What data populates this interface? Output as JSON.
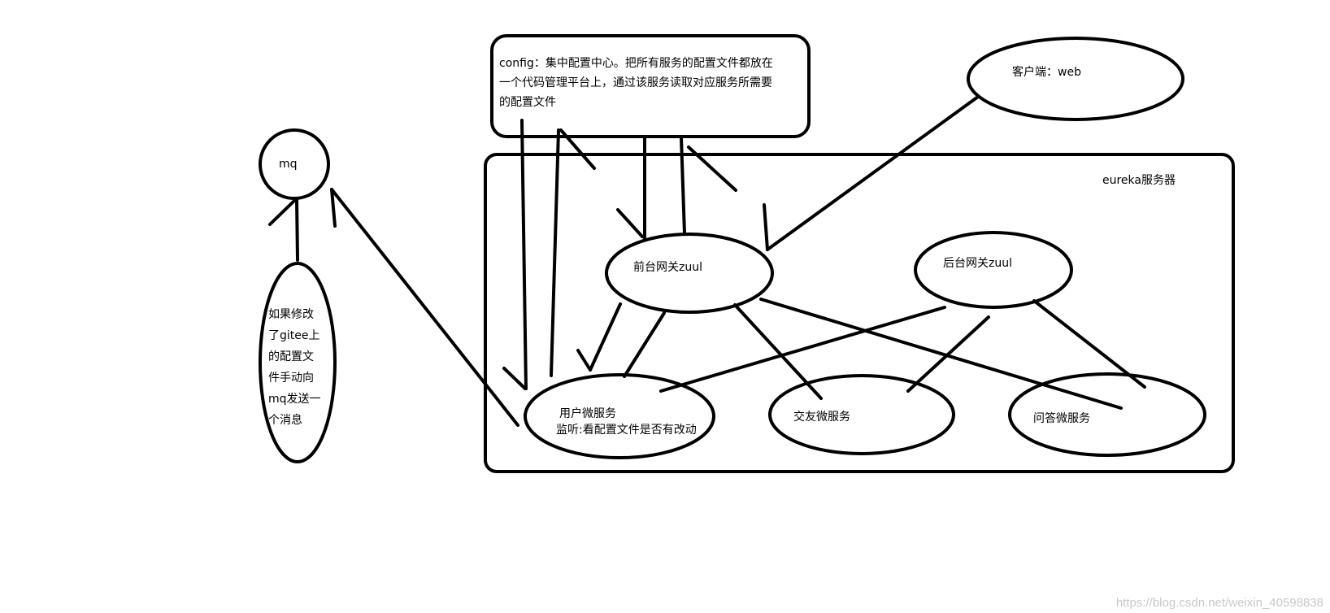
{
  "config_box": {
    "text": "config：集中配置中心。把所有服务的配置文件都放在\n一个代码管理平台上，通过该服务读取对应服务所需要\n的配置文件"
  },
  "client_node": {
    "label": "客户端：web"
  },
  "mq_node": {
    "label": "mq"
  },
  "mq_note": {
    "text": "如果修改\n了gitee上\n的配置文\n件手动向\nmq发送一\n个消息"
  },
  "eureka_container": {
    "label": "eureka服务器"
  },
  "front_gateway": {
    "label": "前台网关zuul"
  },
  "back_gateway": {
    "label": "后台网关zuul"
  },
  "user_service": {
    "label": "用户微服务",
    "sublabel": "监听:看配置文件是否有改动"
  },
  "friend_service": {
    "label": "交友微服务"
  },
  "qa_service": {
    "label": "问答微服务"
  },
  "watermark": "https://blog.csdn.net/weixin_40598838"
}
